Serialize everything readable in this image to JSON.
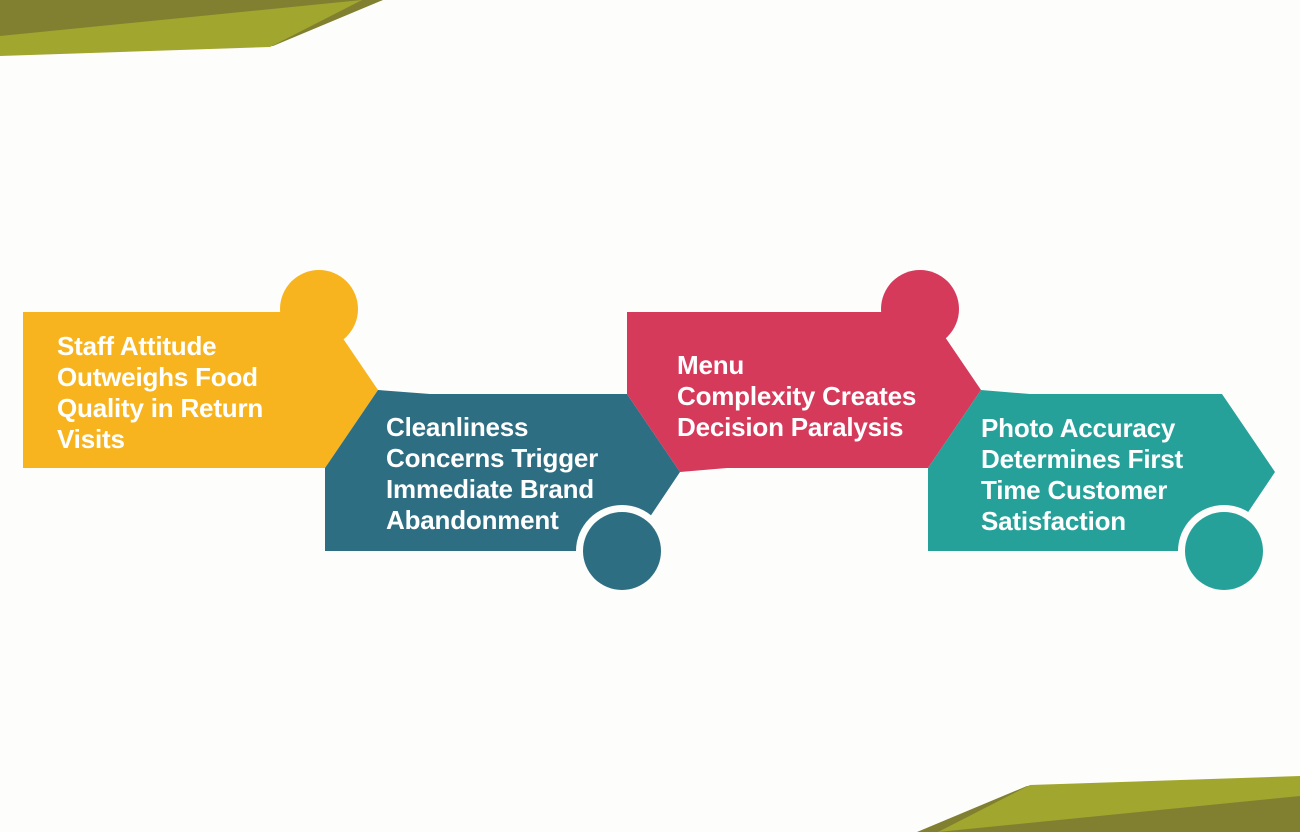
{
  "theme": {
    "background": "#fdfdfc",
    "text_color": "#ffffff",
    "corner_decor_dark": "#808030",
    "corner_decor_light": "#a1a62f"
  },
  "decorations": [
    {
      "name": "top-left-corner-ribbon",
      "dark": "#808030",
      "light": "#a1a62f"
    },
    {
      "name": "bottom-right-corner-ribbon",
      "dark": "#808030",
      "light": "#a1a62f"
    }
  ],
  "process_flow": {
    "type": "arrow-chevron-sequence",
    "count": 4,
    "steps": [
      {
        "index": 1,
        "label": "Staff Attitude\nOutweighs Food\nQuality in Return\nVisits",
        "color": "#f7b41e",
        "marker": "circle",
        "marker_position": "top-right",
        "row": "upper"
      },
      {
        "index": 2,
        "label": "Cleanliness\nConcerns Trigger\nImmediate Brand\nAbandonment",
        "color": "#2d6e82",
        "marker": "circle",
        "marker_position": "bottom-right",
        "row": "lower"
      },
      {
        "index": 3,
        "label": "Menu\nComplexity Creates\nDecision Paralysis",
        "color": "#d63a5b",
        "marker": "circle",
        "marker_position": "top-right",
        "row": "upper"
      },
      {
        "index": 4,
        "label": "Photo Accuracy\nDetermines First\nTime Customer\nSatisfaction",
        "color": "#25a19a",
        "marker": "circle",
        "marker_position": "bottom-right",
        "row": "lower"
      }
    ]
  }
}
